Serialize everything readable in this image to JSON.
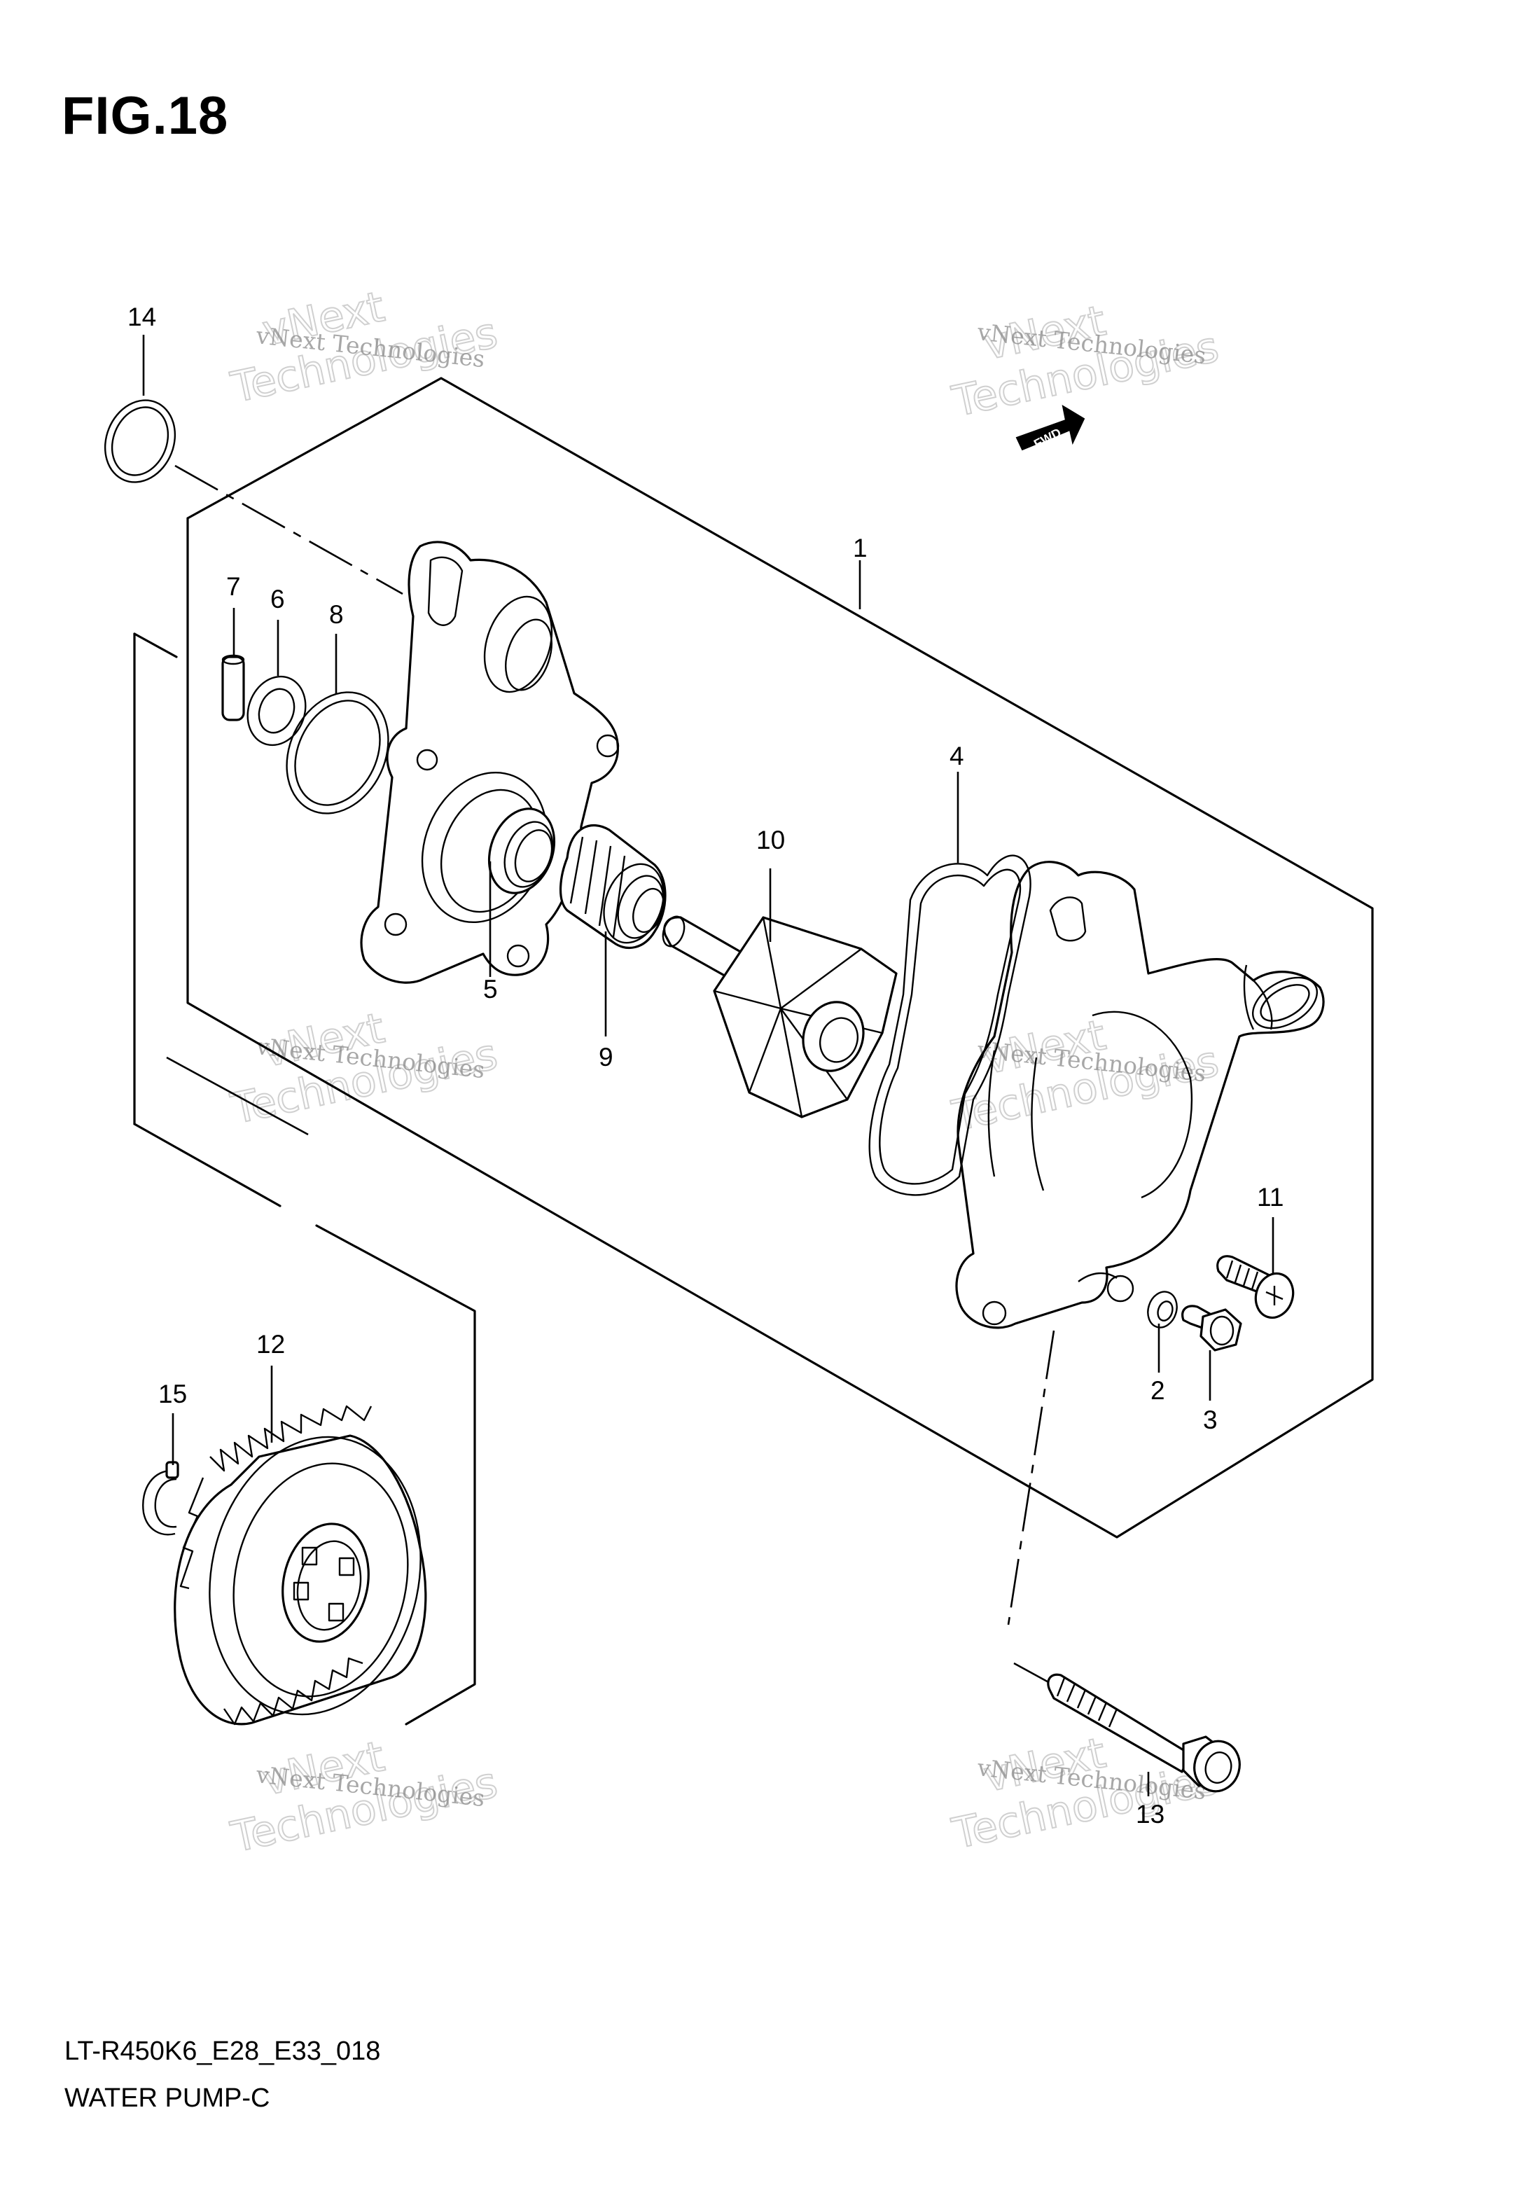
{
  "figure": {
    "title": "FIG.18",
    "model_code": "LT-R450K6_E28_E33_018",
    "diagram_name": "WATER PUMP-C"
  },
  "fwd_label": "FWD",
  "watermark": {
    "small_text": "vNext Technologies",
    "big_top": "vNext",
    "big_bottom": "Technologies"
  },
  "callouts": [
    {
      "id": "1",
      "part": "water-pump-assembly"
    },
    {
      "id": "2",
      "part": "washer"
    },
    {
      "id": "3",
      "part": "bolt"
    },
    {
      "id": "4",
      "part": "o-ring-cover"
    },
    {
      "id": "5",
      "part": "oil-seal"
    },
    {
      "id": "6",
      "part": "washer-small"
    },
    {
      "id": "7",
      "part": "pin"
    },
    {
      "id": "8",
      "part": "o-ring"
    },
    {
      "id": "9",
      "part": "mechanical-seal"
    },
    {
      "id": "10",
      "part": "impeller-shaft"
    },
    {
      "id": "11",
      "part": "bolt-cross"
    },
    {
      "id": "12",
      "part": "gear"
    },
    {
      "id": "13",
      "part": "long-bolt"
    },
    {
      "id": "14",
      "part": "o-ring-large"
    },
    {
      "id": "15",
      "part": "circlip"
    }
  ]
}
